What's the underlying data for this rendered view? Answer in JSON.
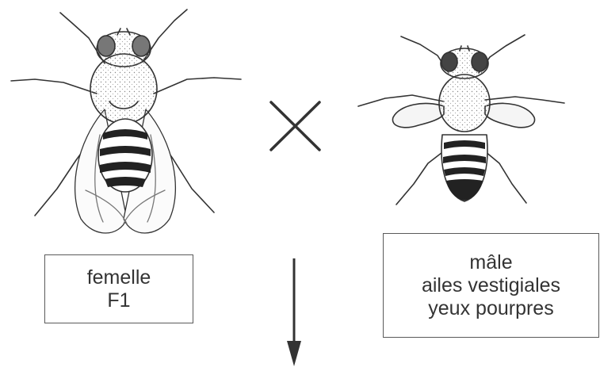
{
  "female": {
    "line1": "femelle",
    "line2": "F1"
  },
  "male": {
    "line1": "mâle",
    "line2": "ailes vestigiales",
    "line3": "yeux pourpres"
  },
  "cross_symbol": "×",
  "colors": {
    "ink": "#333333",
    "box_border": "#5a5a5a",
    "background": "#ffffff"
  }
}
